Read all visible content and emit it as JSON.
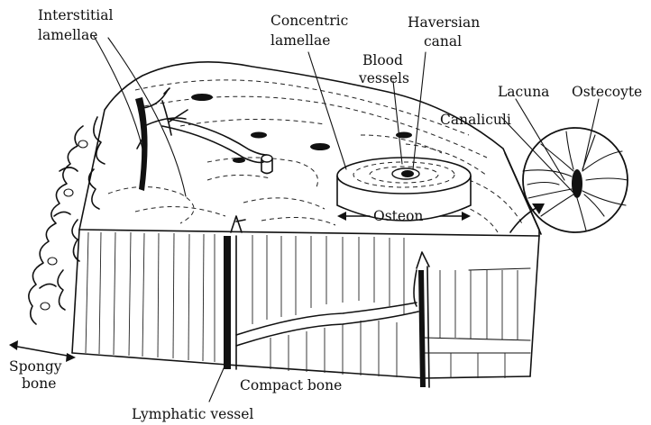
{
  "labels": {
    "interstitial_lamellae": [
      "Interstitial",
      "lamellae"
    ],
    "concentric_lamellae": [
      "Concentric",
      "lamellae"
    ],
    "haversian_canal": [
      "Haversian",
      "canal"
    ],
    "blood_vessels": [
      "Blood",
      "vessels"
    ],
    "lacuna": "Lacuna",
    "ostecoyte": "Ostecoyte",
    "canaliculi": "Canaliculi",
    "osteon": "Osteon",
    "spongy_bone": [
      "Spongy",
      "bone"
    ],
    "compact_bone": "Compact bone",
    "lymphatic_vessel": "Lymphatic vessel"
  }
}
